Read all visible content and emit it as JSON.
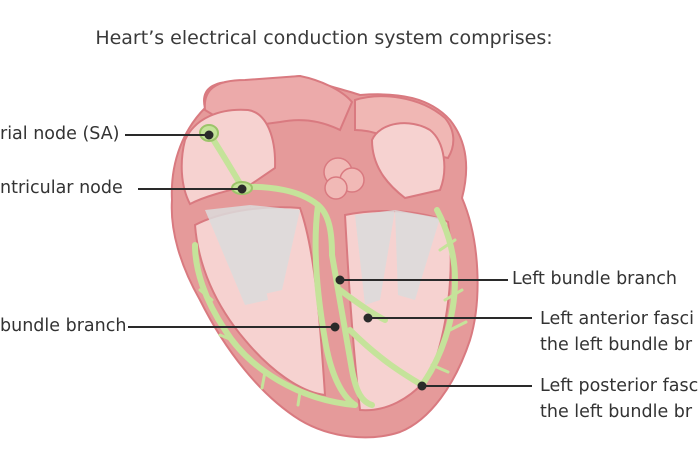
{
  "title": "Heart’s electrical conduction system comprises:",
  "colors": {
    "heart_outer": "#e59a9a",
    "heart_wall": "#f1b9b6",
    "chamber": "#f6d2d0",
    "conduction": "#c5e39a",
    "conduction_stroke": "#9cc46a",
    "leader": "#2a2a2a",
    "valve": "#d9d9d9"
  },
  "labels": {
    "sa_node": "rial node (SA)",
    "av_node": "ntricular node",
    "right_bundle": "bundle branch",
    "left_bundle": "Left bundle branch",
    "left_anterior": [
      "Left anterior fasci",
      "the left bundle br"
    ],
    "left_posterior": [
      "Left posterior fasc",
      "the left bundle br"
    ]
  }
}
